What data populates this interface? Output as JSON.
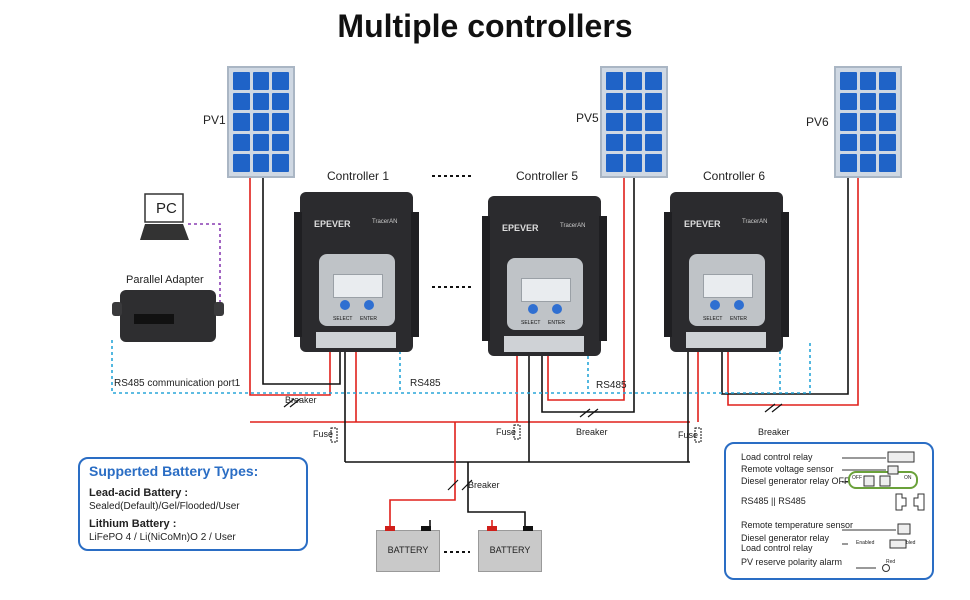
{
  "title": "Multiple controllers",
  "pv_labels": [
    "PV1",
    "PV5",
    "PV6"
  ],
  "controllers": [
    "Controller 1",
    "Controller 5",
    "Controller 6"
  ],
  "controller_buttons": [
    "SELECT",
    "ENTER"
  ],
  "controller_brand": "EPEVER",
  "controller_model": "TracerAN",
  "pc_label": "PC",
  "adapter_label": "Parallel Adapter",
  "rs485_port_label": "RS485 communication port1",
  "rs485_label": "RS485",
  "breaker_label": "Breaker",
  "fuse_label": "Fuse",
  "battery_label": "BATTERY",
  "battery_box": {
    "title": "Supperted Battery Types:",
    "lead_title": "Lead-acid Battery :",
    "lead_types": "Sealed(Default)/Gel/Flooded/User",
    "lithium_title": "Lithium Battery :",
    "lithium_types": "LiFePO 4 / Li(NiCoMn)O 2 / User"
  },
  "relay_box": {
    "items": [
      "Load control relay",
      "Remote voltage sensor",
      "Diesel generator relay OFF",
      "RS485 || RS485",
      "Remote temperature sensor",
      "Diesel generator relay",
      "Load control relay",
      "PV reserve polarity alarm"
    ],
    "off": "OFF",
    "on": "ON",
    "enabled": "Enabled",
    "disabled": "Disabled",
    "red": "Red"
  },
  "colors": {
    "positive_wire": "#e0201b",
    "negative_wire": "#111111",
    "rs485_wire": "#29a6d9",
    "pc_wire": "#8a3fb3",
    "accent": "#2a6dc4"
  }
}
